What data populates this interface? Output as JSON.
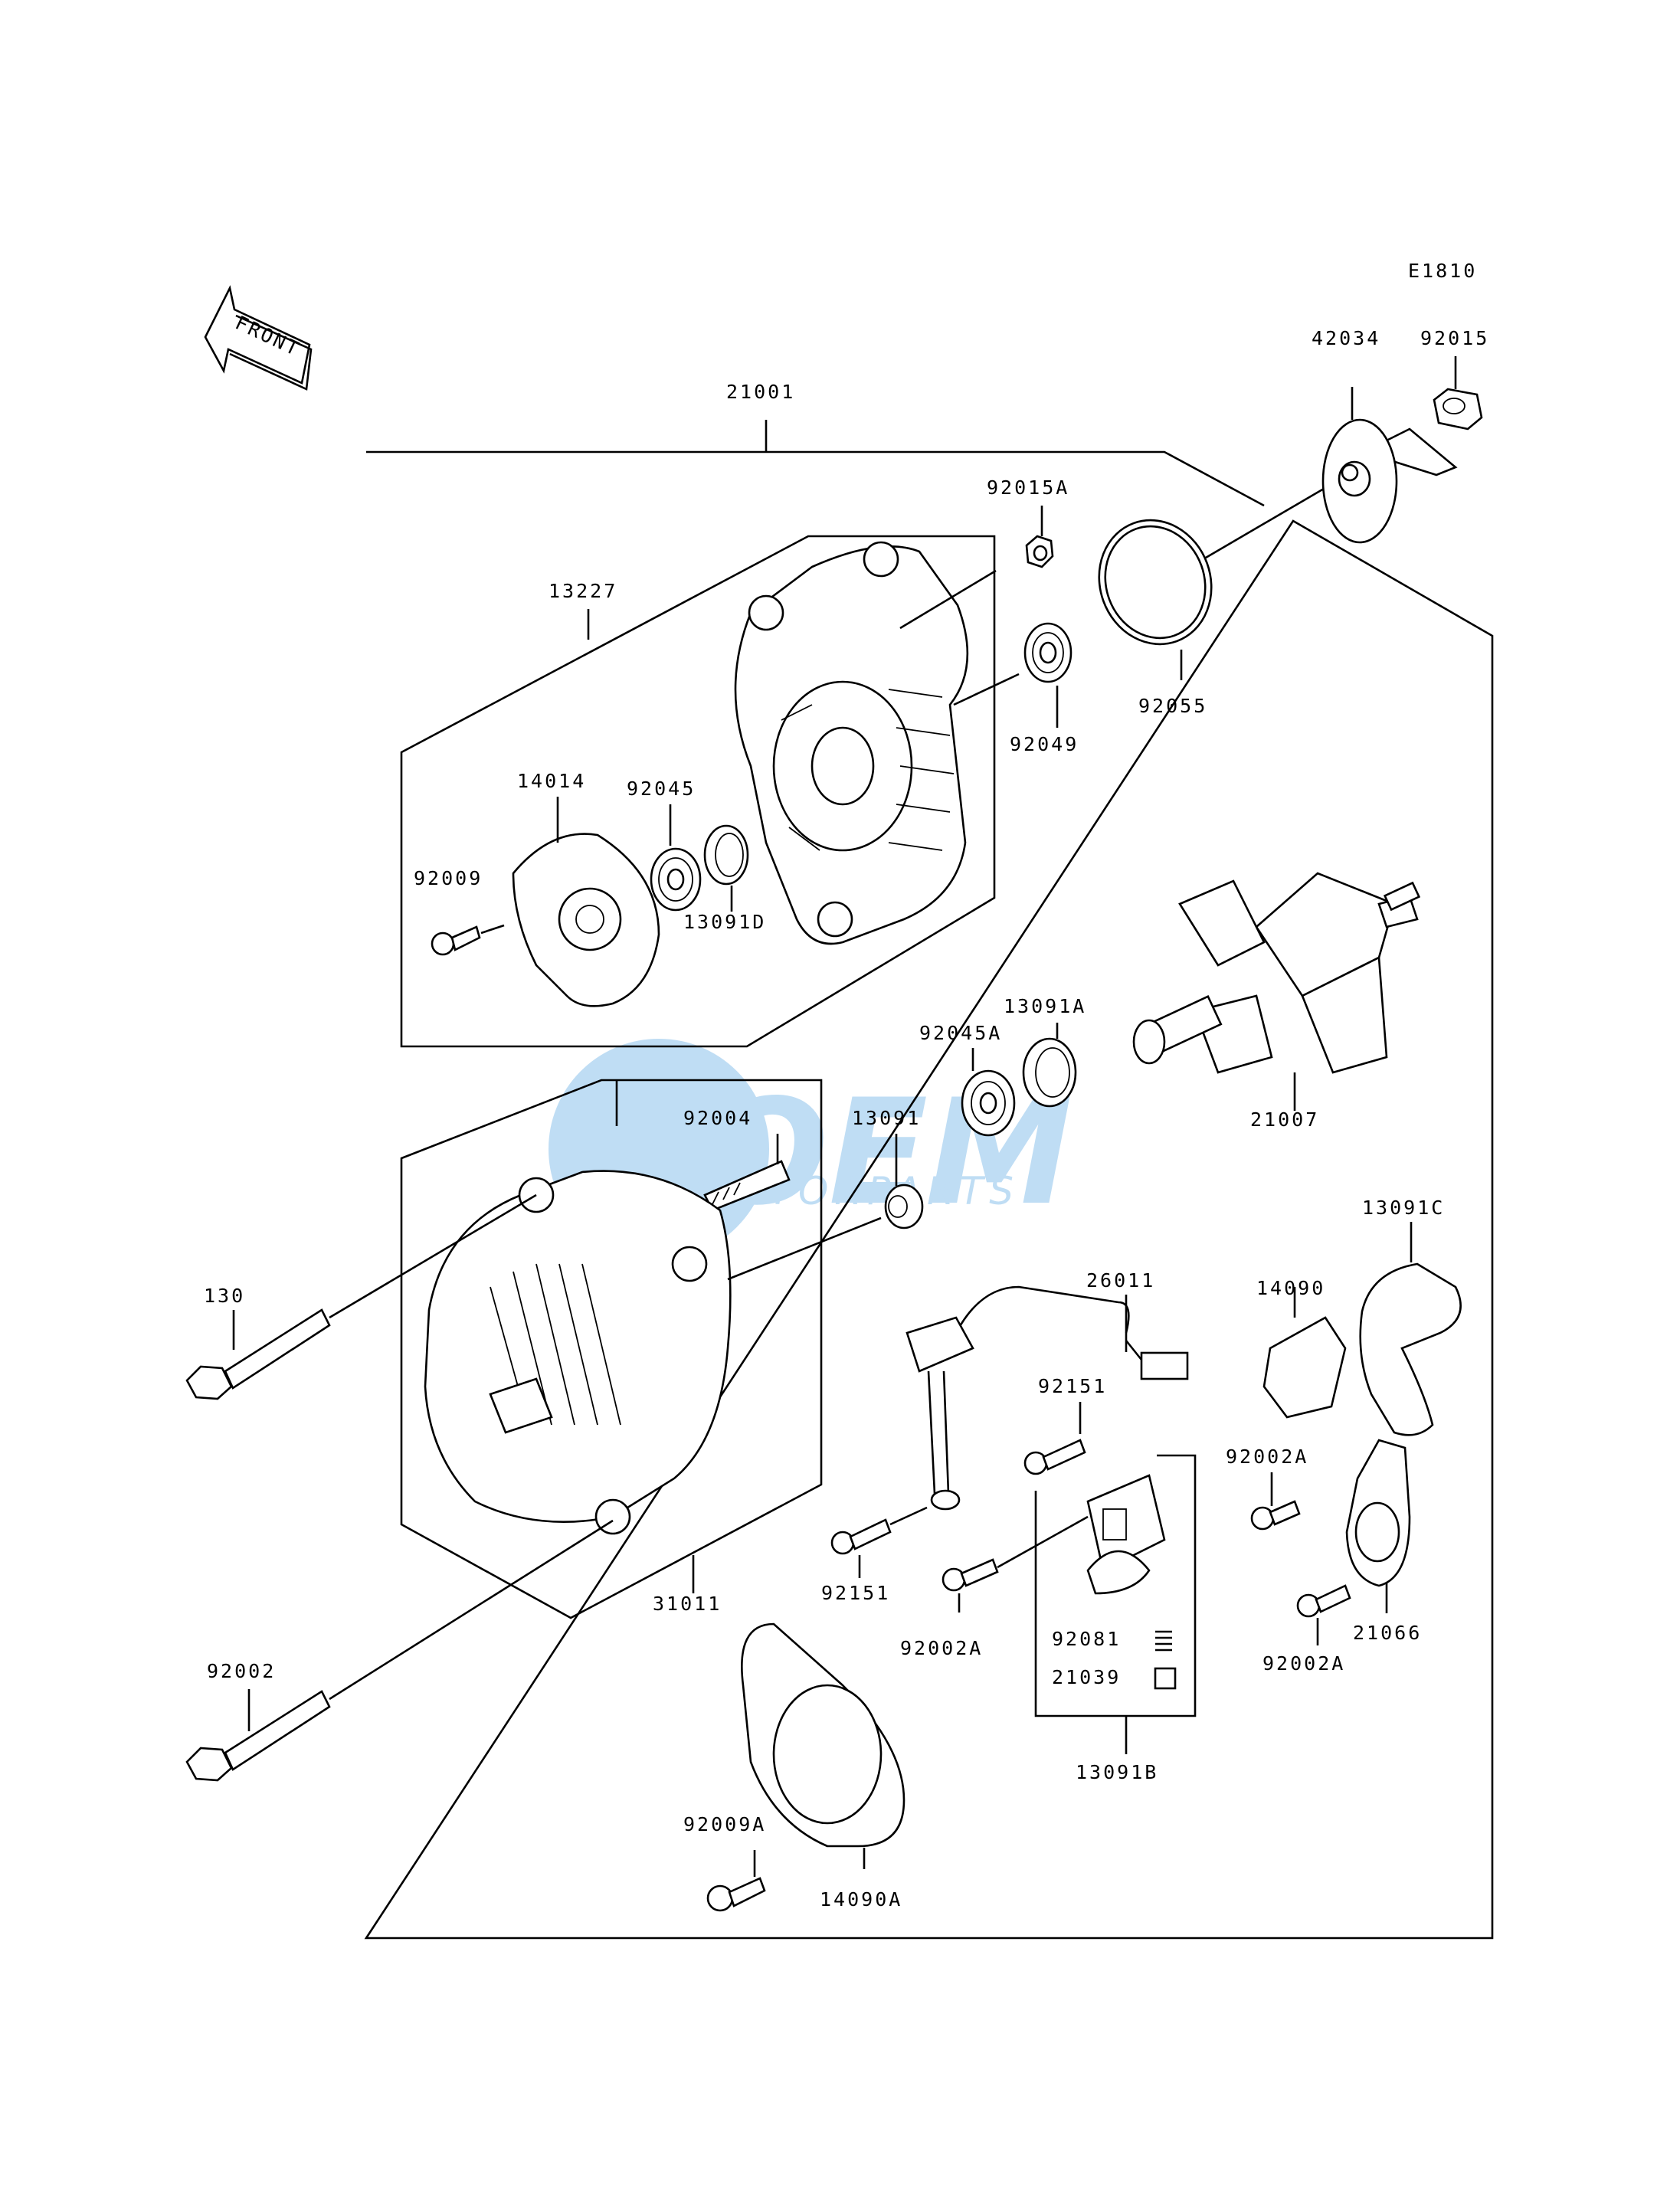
{
  "diagram_code": "E1810",
  "front_label": "FRONT",
  "watermark": {
    "brand": "OEM",
    "sub": "MOTORPARTS",
    "color": "#4a9fe0"
  },
  "parts": {
    "p21001": "21001",
    "p42034": "42034",
    "p92015": "92015",
    "p92015A": "92015A",
    "p13227": "13227",
    "p92049": "92049",
    "p92055": "92055",
    "p14014": "14014",
    "p92045": "92045",
    "p92009": "92009",
    "p13091D": "13091D",
    "p13091A": "13091A",
    "p92045A": "92045A",
    "p21007": "21007",
    "p92004": "92004",
    "p13091": "13091",
    "p13091C": "13091C",
    "p130": "130",
    "p26011": "26011",
    "p14090": "14090",
    "p92151a": "92151",
    "p92002A_a": "92002A",
    "p92151b": "92151",
    "p92002A_b": "92002A",
    "p92081": "92081",
    "p21039": "21039",
    "p92002A_c": "92002A",
    "p21066": "21066",
    "p31011": "31011",
    "p92002": "92002",
    "p13091B": "13091B",
    "p92009A": "92009A",
    "p14090A": "14090A"
  }
}
